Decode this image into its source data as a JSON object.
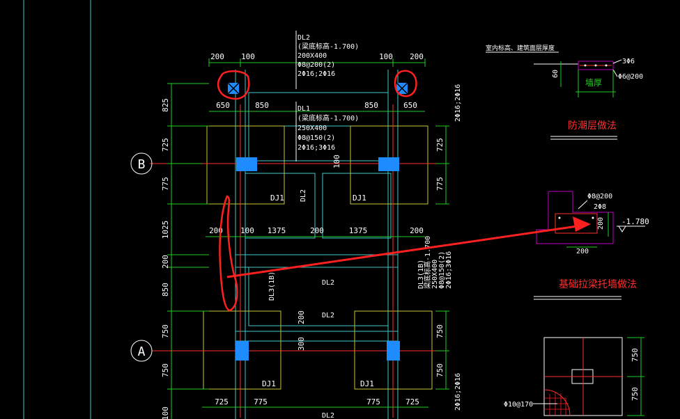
{
  "colors": {
    "background": "#000000",
    "text": "#ffffff",
    "dimension": "#22cc22",
    "beam": "#40c8c8",
    "footing": "#c8c832",
    "column": "#1e8cff",
    "axis": "#ff3030",
    "markup": "#ff2020",
    "section": "#c000c0",
    "title": "#ff3030",
    "hatch": "#ff2020"
  },
  "axes": {
    "b": "B",
    "a": "A"
  },
  "beams": {
    "dl2_top": [
      "DL2",
      "(梁底标高-1.700)",
      "200X400",
      "Φ8@200(2)",
      "2Φ16;2Φ16"
    ],
    "dl1": [
      "DL1",
      "(梁底标高-1.700)",
      "250X400",
      "Φ8@150(2)",
      "2Φ16;3Φ16"
    ],
    "dl3_right": [
      "DL3(1B)",
      "梁底标高-1.700",
      "250X400",
      "Φ8@150(2)",
      "2Φ16;3Φ16"
    ],
    "dl2_mid": "DL2",
    "dl2_lower": "DL2",
    "dl2_lower2": "DL2",
    "dl3_left": "DL3(1B)",
    "right_rebar_top": "2Φ16;2Φ16",
    "right_rebar_bottom": "2Φ16;2Φ16"
  },
  "footings": {
    "label": "DJ1"
  },
  "dims": {
    "top": [
      "200",
      "100",
      "100",
      "200"
    ],
    "row2": [
      "650",
      "850",
      "850",
      "650"
    ],
    "mid": [
      "200",
      "100",
      "1375",
      "200",
      "1375",
      "200"
    ],
    "bottom": [
      "725",
      "775",
      "775",
      "725"
    ],
    "left": [
      "825",
      "725",
      "775",
      "1025",
      "200",
      "850",
      "750",
      "750",
      "100"
    ],
    "right_top": [
      "725",
      "775"
    ],
    "right_bottom": [
      "750",
      "750"
    ],
    "inner": [
      "100",
      "200",
      "300"
    ]
  },
  "detail1": {
    "top_note": "室内标高、建筑面层厚度",
    "rebar_top": "3Φ6",
    "rebar_side": "Φ6@200",
    "dim": "60",
    "wall": "墙厚",
    "title": "防潮层做法"
  },
  "detail2": {
    "stirrup": "Φ8@200",
    "bars": "2Φ8",
    "height": "200",
    "width": "200",
    "elev": "-1.780",
    "title": "基础拉梁托墙做法"
  },
  "detail3": {
    "dims": [
      "750",
      "750"
    ],
    "rebar": "Φ10@170"
  }
}
